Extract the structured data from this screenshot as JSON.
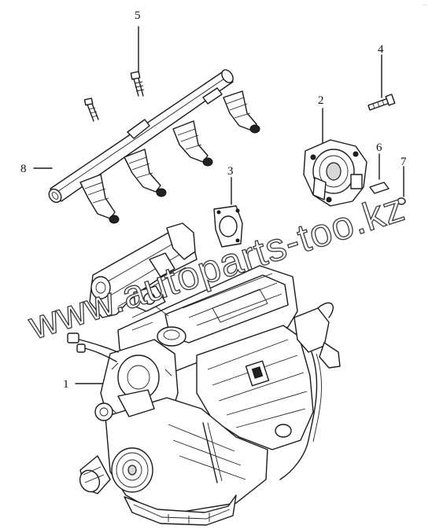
{
  "callouts": {
    "c1": "1",
    "c2": "2",
    "c3": "3",
    "c4": "4",
    "c5": "5",
    "c6": "6",
    "c7": "7",
    "c8": "8"
  },
  "watermark": "www.autoparts-too.kz",
  "corner_mark": "~-",
  "colors": {
    "line": "#1a1a1a",
    "background": "#ffffff"
  }
}
